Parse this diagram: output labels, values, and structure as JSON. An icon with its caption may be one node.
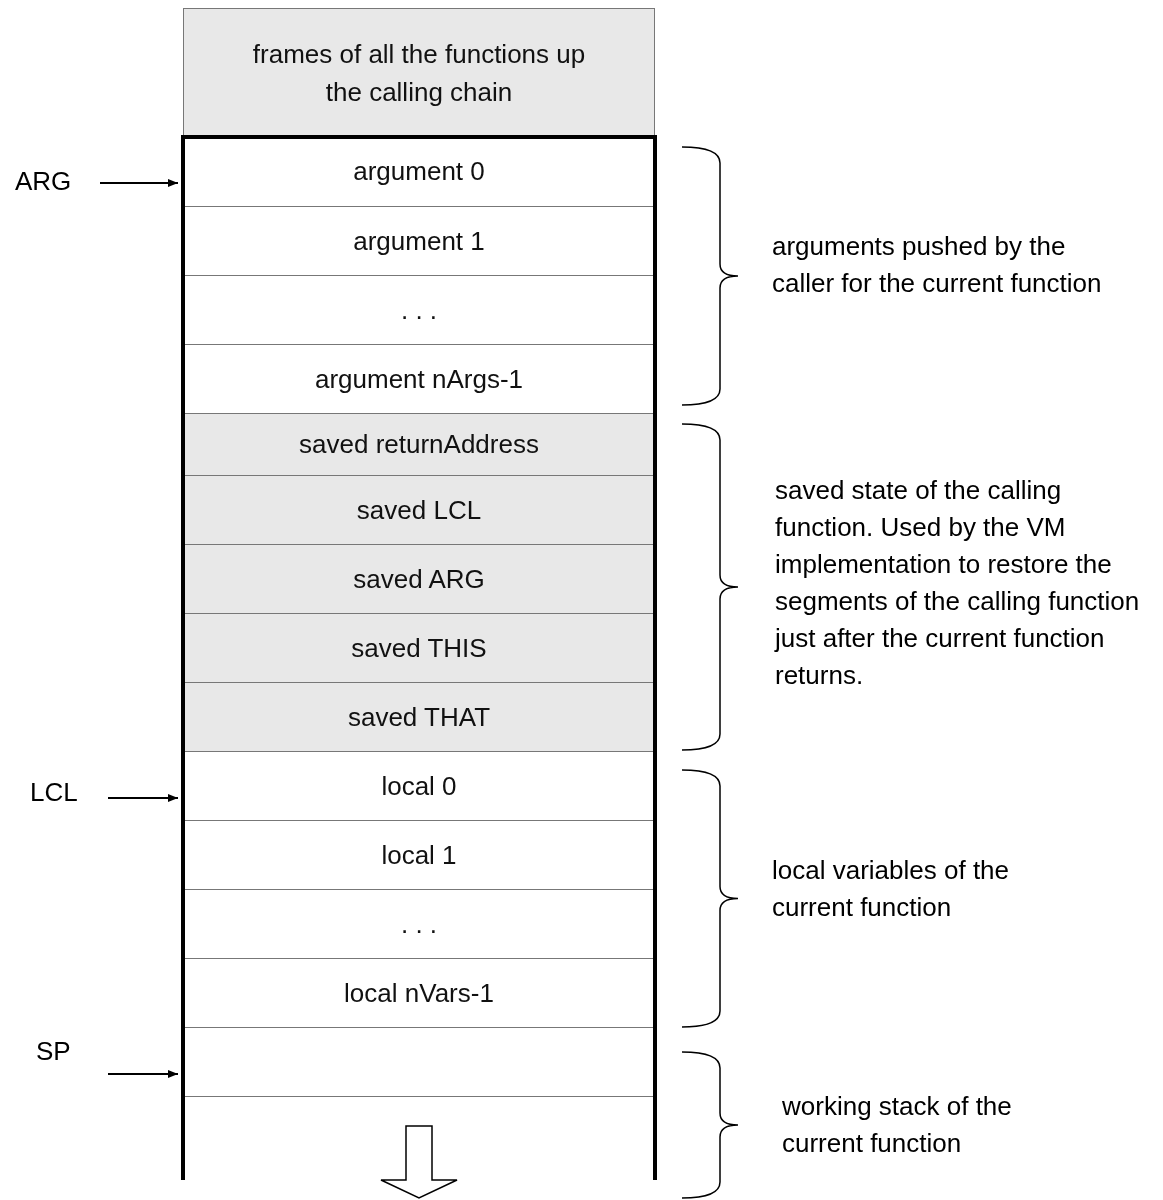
{
  "diagram": {
    "nodes": [
      {
        "text": [
          "frames of all the functions up the calling chain"
        ]
      },
      {
        "text": [
          "argument  0"
        ]
      },
      {
        "text": [
          "argument  1"
        ]
      },
      {
        "text": [
          ". . ."
        ]
      },
      {
        "text": [
          "argument nArgs-1"
        ]
      },
      {
        "text": [
          "saved returnAddress"
        ]
      },
      {
        "text": [
          "saved LCL"
        ]
      },
      {
        "text": [
          "saved ARG"
        ]
      },
      {
        "text": [
          "saved THIS"
        ]
      },
      {
        "text": [
          "saved THAT"
        ]
      },
      {
        "text": [
          "local  0"
        ]
      },
      {
        "text": [
          "local  1"
        ]
      },
      {
        "text": [
          ". . ."
        ]
      },
      {
        "text": [
          "local nVars-1"
        ]
      },
      {
        "text": [],
        "shape": "box"
      },
      {
        "text": [],
        "shape": "box"
      },
      {
        "text": [
          "ARG"
        ]
      },
      {
        "text": [
          "LCL"
        ]
      },
      {
        "text": [
          "SP"
        ]
      }
    ],
    "edges": [
      {
        "from": 16,
        "to": 1,
        "arrow": "to"
      },
      {
        "from": 17,
        "to": 10,
        "arrow": "to"
      },
      {
        "from": 18,
        "to": 14,
        "arrow": "to"
      }
    ],
    "labels": [
      "arguments pushed by the caller for the current function",
      "saved state of the calling function. Used by the VM implementation to restore the segments of the calling function just after the current function returns.",
      "local variables of the current function",
      "working stack of the current function"
    ]
  }
}
